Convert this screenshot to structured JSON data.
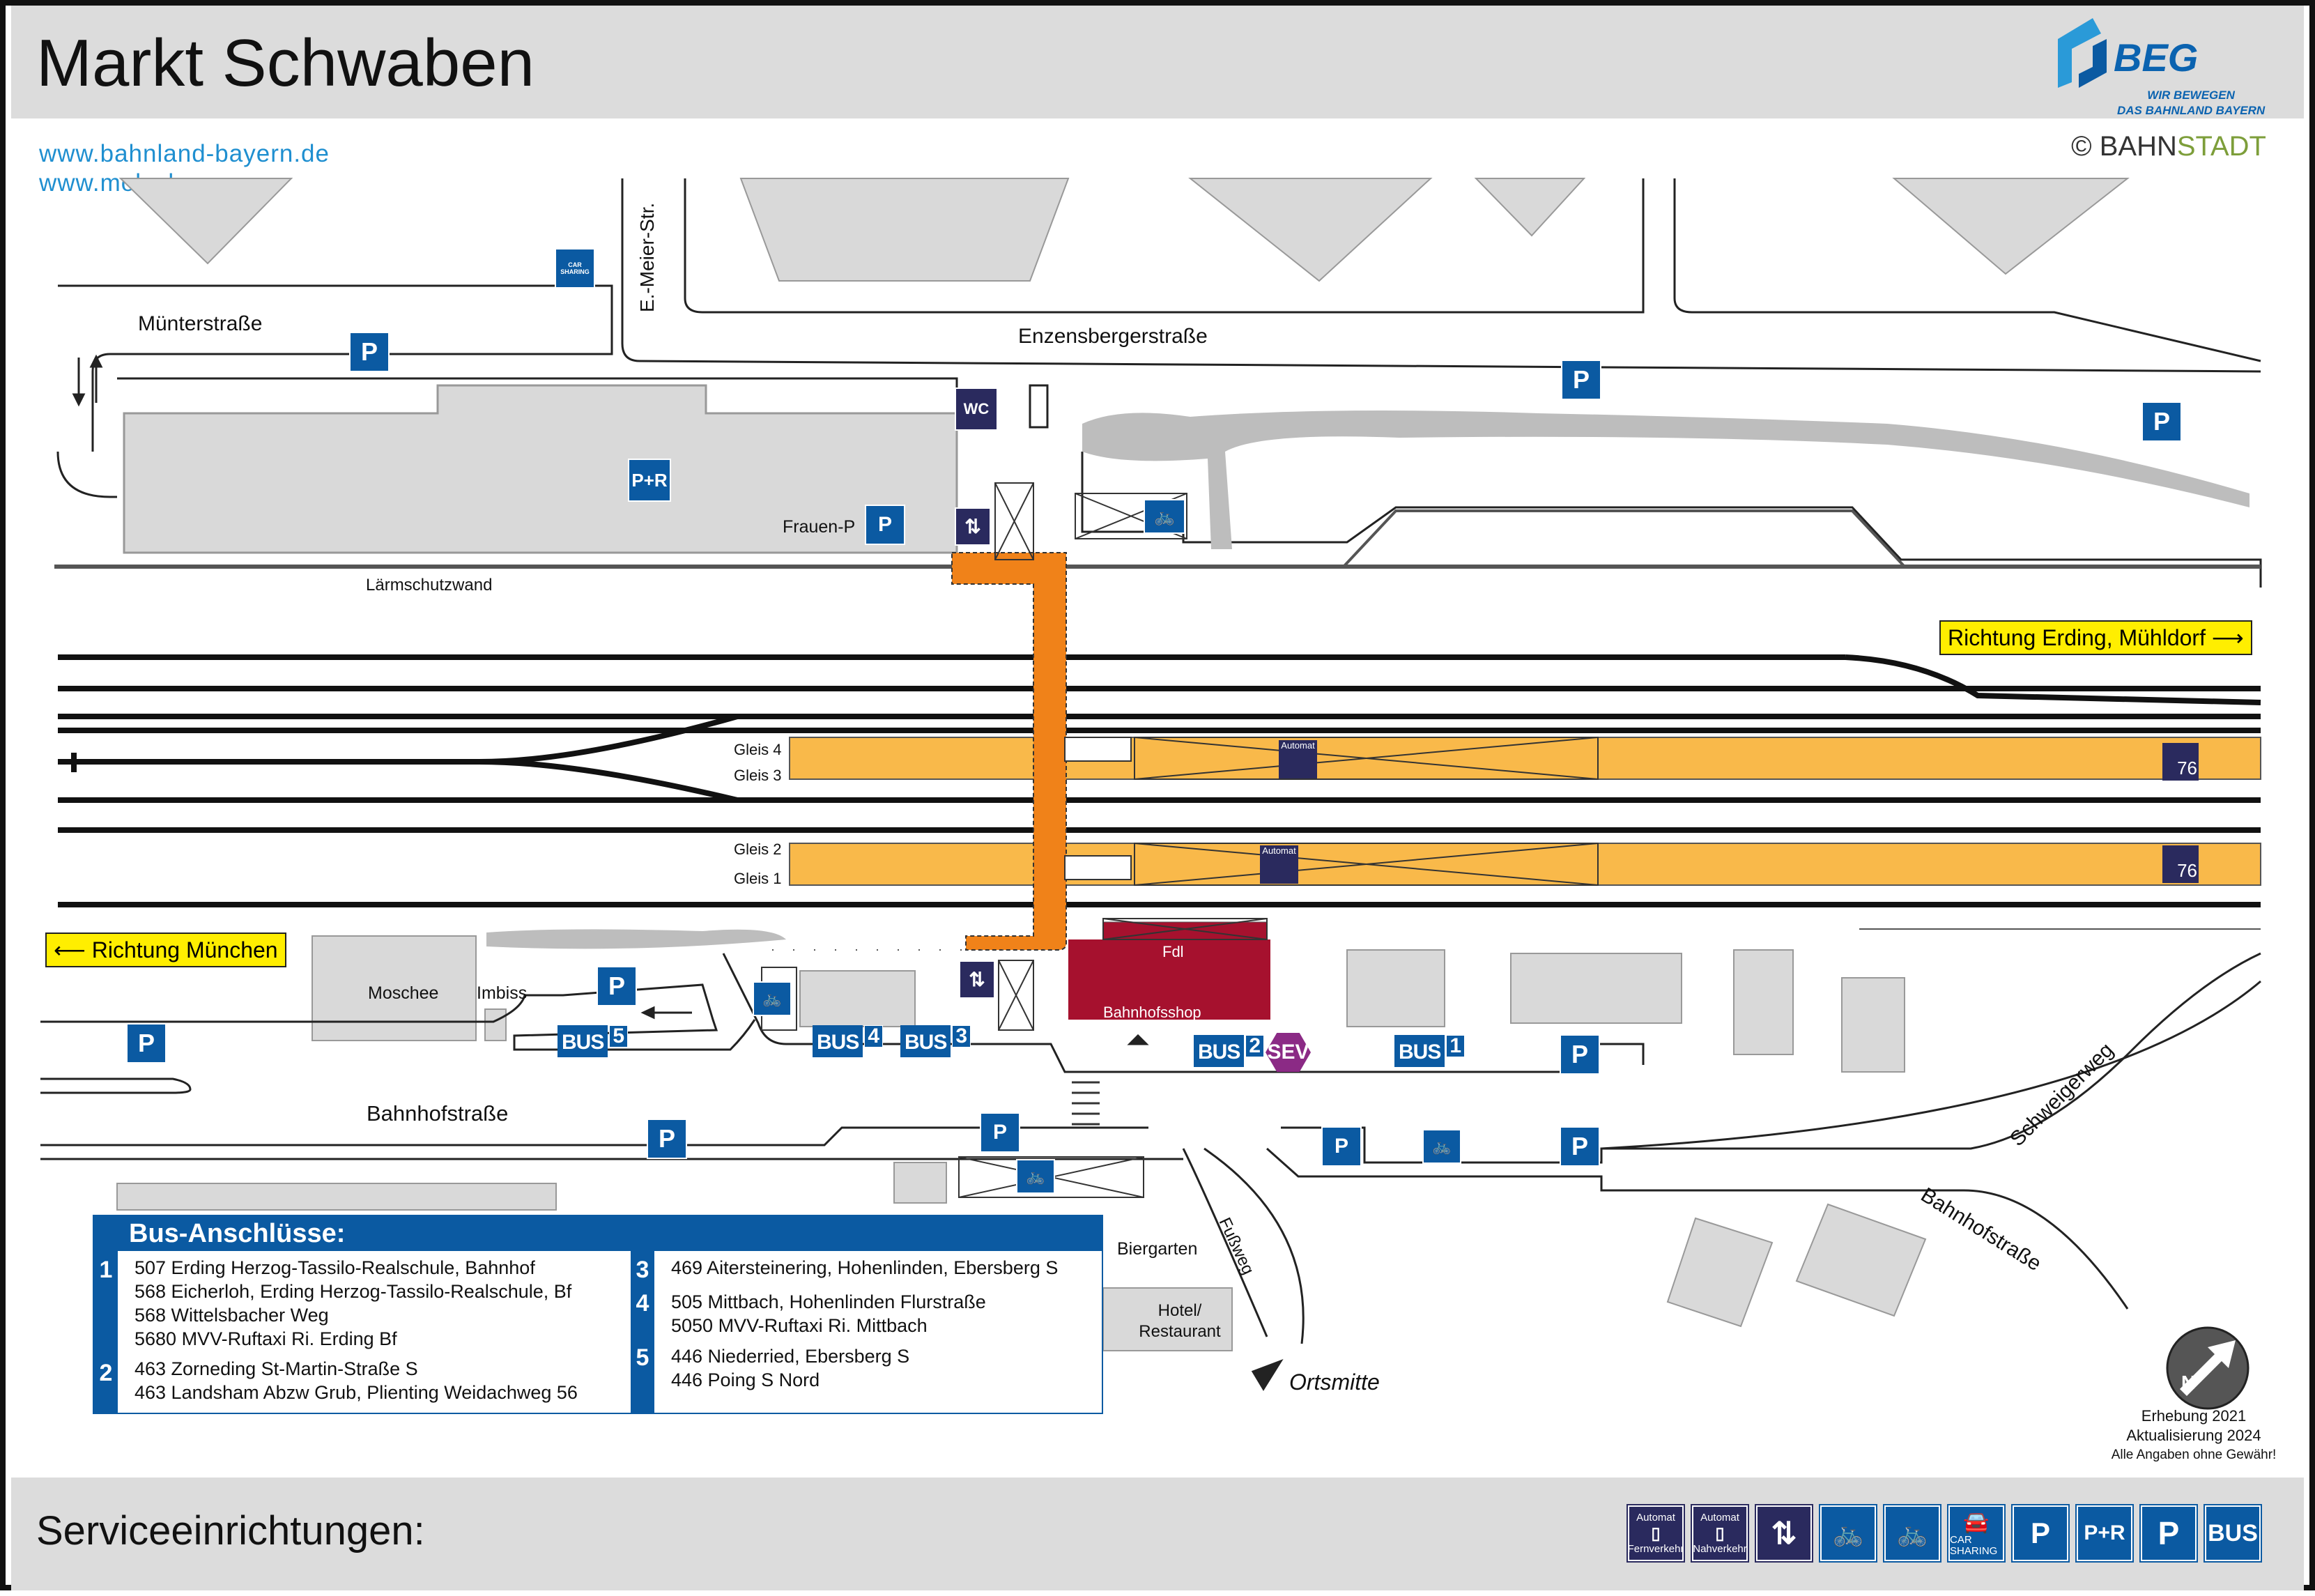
{
  "header": {
    "title": "Markt Schwaben",
    "links": [
      "www.bahnland-bayern.de",
      "www.moby.bayern"
    ],
    "logo": {
      "name": "BEG",
      "tagline_1": "WIR BEWEGEN",
      "tagline_2": "DAS BAHNLAND BAYERN"
    },
    "copyright": {
      "symbol": "©",
      "part1": "BAHN",
      "part2": "STADT"
    }
  },
  "streets": {
    "muenterstrasse": "Münterstraße",
    "e_meier_str": "E.-Meier-Str.",
    "enzensbergerstrasse": "Enzensbergerstraße",
    "laermschutzwand": "Lärmschutzwand",
    "bahnhofstrasse_1": "Bahnhofstraße",
    "bahnhofstrasse_2": "Bahnhofstraße",
    "schweigerweg": "Schweigerweg",
    "fussweg": "Fußweg",
    "ortsmitte": "Ortsmitte"
  },
  "directions": {
    "east": "Richtung Erding, Mühldorf",
    "west": "Richtung München"
  },
  "tracks": {
    "gleis_4": "Gleis 4",
    "gleis_3": "Gleis 3",
    "gleis_2": "Gleis 2",
    "gleis_1": "Gleis 1",
    "platform_height": "76"
  },
  "places": {
    "frauen_p": "Frauen-P",
    "moschee": "Moschee",
    "imbiss": "Imbiss",
    "fdl": "Fdl",
    "bahnhofsshop": "Bahnhofsshop",
    "biergarten": "Biergarten",
    "hotel": "Hotel/ Restaurant"
  },
  "icons": {
    "parking": "P",
    "park_ride": "P+R",
    "wc": "WC",
    "bus": "BUS",
    "sev": "SEV",
    "automat": "Automat",
    "car_sharing": "CAR SHARING",
    "fernverkehr": "Fernverkehr",
    "nahverkehr": "Nahverkehr"
  },
  "bus_stops": [
    "1",
    "2",
    "3",
    "4",
    "5"
  ],
  "bus_connections": {
    "title": "Bus-Anschlüsse:",
    "stops": [
      {
        "stop": "1",
        "lines": [
          "507 Erding Herzog-Tassilo-Realschule, Bahnhof",
          "568 Eicherloh, Erding Herzog-Tassilo-Realschule, Bf",
          "568 Wittelsbacher Weg",
          "5680 MVV-Ruftaxi Ri. Erding Bf"
        ]
      },
      {
        "stop": "2",
        "lines": [
          "463 Zorneding St-Martin-Straße S",
          "463 Landsham Abzw Grub, Plienting Weidachweg 56"
        ]
      },
      {
        "stop": "3",
        "lines": [
          "469 Aitersteinering, Hohenlinden, Ebersberg S"
        ]
      },
      {
        "stop": "4",
        "lines": [
          "505 Mittbach, Hohenlinden Flurstraße",
          "5050 MVV-Ruftaxi Ri. Mittbach"
        ]
      },
      {
        "stop": "5",
        "lines": [
          "446 Niederried, Ebersberg S",
          "446 Poing S Nord"
        ]
      }
    ]
  },
  "footer_notes": [
    "Erhebung 2021",
    "Aktualisierung 2024",
    "Alle Angaben ohne Gewähr!"
  ],
  "compass": "N",
  "service_bar": {
    "label": "Serviceeinrichtungen:"
  },
  "colors": {
    "platform": "#f9b94a",
    "footbridge": "#f08219",
    "station_building": "#a6112e",
    "blue_icon": "#0b5aa2",
    "dark_icon": "#2a2a5e",
    "sev": "#8b2a85",
    "direction_sign": "#ffee00",
    "band": "#dcdcdc",
    "link": "#1f8fd0"
  }
}
